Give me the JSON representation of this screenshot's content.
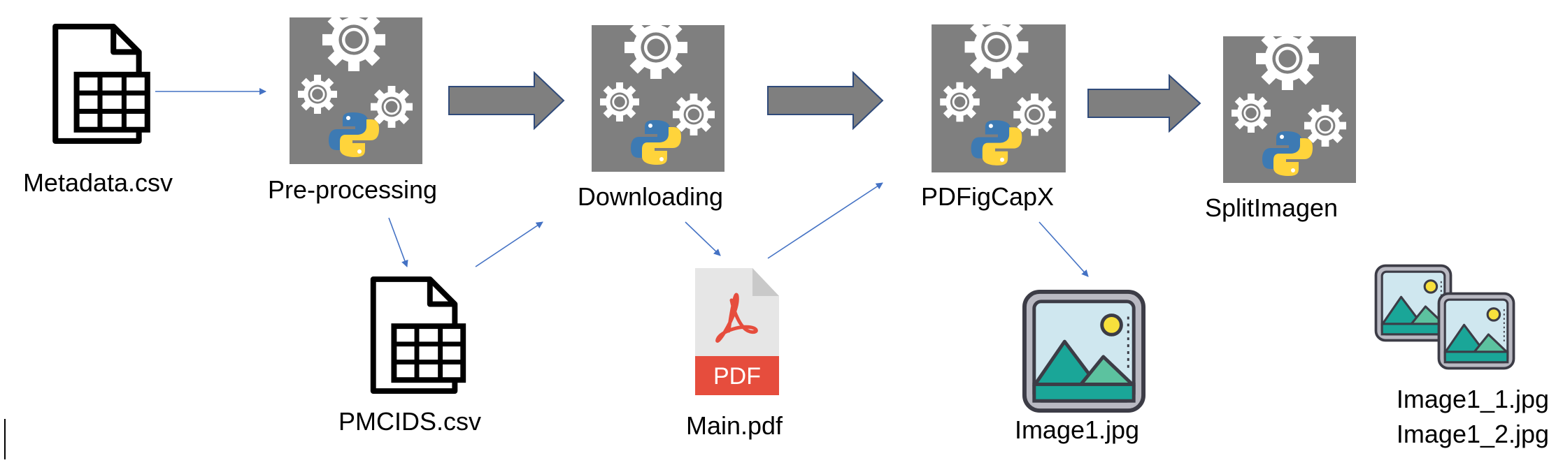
{
  "nodes": {
    "metadata": {
      "label": "Metadata.csv",
      "icon": "spreadsheet-icon"
    },
    "preprocessing": {
      "label": "Pre-processing",
      "icon": "gears-python-icon"
    },
    "pmcids": {
      "label": "PMCIDS.csv",
      "icon": "spreadsheet-icon"
    },
    "downloading": {
      "label": "Downloading",
      "icon": "gears-python-icon"
    },
    "mainpdf": {
      "label": "Main.pdf",
      "icon": "pdf-file-icon",
      "badge": "PDF"
    },
    "pdfigcapx": {
      "label": "PDFigCapX",
      "icon": "gears-python-icon"
    },
    "image1": {
      "label": "Image1.jpg",
      "icon": "image-icon"
    },
    "splitimagen": {
      "label": "SplitImagen",
      "icon": "gears-python-icon"
    },
    "splitimages": {
      "label_line1": "Image1_1.jpg",
      "label_line2": "Image1_2.jpg",
      "icon": "images-stack-icon"
    }
  },
  "colors": {
    "gear_tile": "#7f7f7f",
    "flow_arrow_fill": "#7f7f7f",
    "flow_arrow_stroke": "#2f4a7a",
    "thin_arrow": "#4472c4",
    "python_blue": "#3d7ab3",
    "python_yellow": "#ffd43b",
    "pdf_red": "#e64d3d",
    "pdf_page": "#e6e6e6",
    "image_frame": "#b9b9c2",
    "image_sky": "#cfe7ef",
    "image_mountain": "#1aa698",
    "image_mountain_light": "#5cc29f",
    "image_sun": "#f7e03c"
  }
}
